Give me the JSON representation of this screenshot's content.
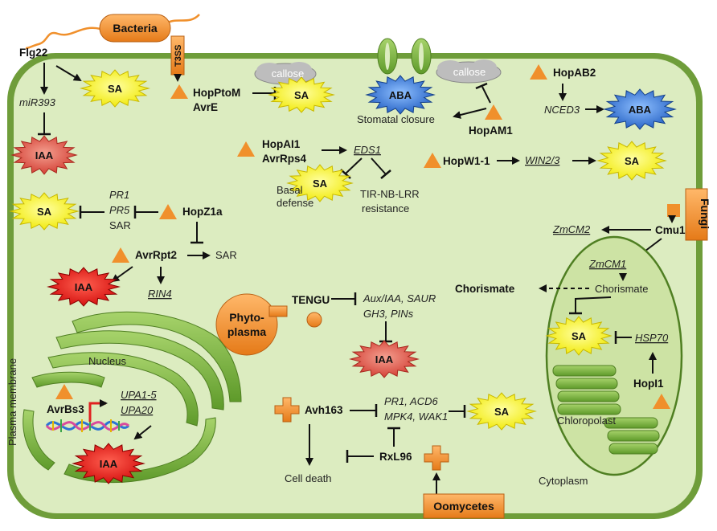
{
  "pathogens": {
    "bacteria": "Bacteria",
    "fungi": "Fungi",
    "oomycetes": "Oomycetes",
    "phytoplasma_line1": "Phyto-",
    "phytoplasma_line2": "plasma",
    "t3ss": "T3SS"
  },
  "compartments": {
    "plasma_membrane": "Plasma membrane",
    "nucleus": "Nucleus",
    "chloroplast": "Chloropolast",
    "cytoplasm": "Cytoplasm"
  },
  "effectors": {
    "flg22": "Flg22",
    "hoppto_m": "HopPtoM",
    "avr_e": "AvrE",
    "hop_ab2": "HopAB2",
    "hop_am1": "HopAM1",
    "hop_ai1": "HopAI1",
    "avr_rps4": "AvrRps4",
    "hop_w1_1": "HopW1-1",
    "hop_z1a": "HopZ1a",
    "avr_rpt2": "AvrRpt2",
    "cmu1": "Cmu1",
    "tengu": "TENGU",
    "avr_bs3": "AvrBs3",
    "hop_i1": "HopI1",
    "avh163": "Avh163",
    "rxl96": "RxL96"
  },
  "hormones": {
    "sa": "SA",
    "iaa": "IAA",
    "aba": "ABA"
  },
  "callose": "callose",
  "genes": {
    "mir393": "miR393",
    "nced3": "NCED3",
    "eds1": "EDS1",
    "win2_3": "WIN2/3",
    "pr1": "PR1",
    "pr5": "PR5",
    "rin4": "RIN4",
    "zmcm2": "ZmCM2",
    "zmcm1": "ZmCM1",
    "hsp70": "HSP70",
    "aux_saur": "Aux/IAA, SAUR",
    "gh3_pins": "GH3, PINs",
    "upa1_5": "UPA1-5",
    "upa20": "UPA20",
    "pr1_acd6": "PR1, ACD6",
    "mpk4_wak1": "MPK4, WAK1"
  },
  "responses": {
    "stomatal_closure": "Stomatal closure",
    "basal": "Basal",
    "defense": "defense",
    "tir_nb_lrr": "TIR-NB-LRR",
    "resistance": "resistance",
    "sar": "SAR",
    "chorismate": "Chorismate",
    "cell_death": "Cell death"
  },
  "colors": {
    "cell_fill": "#dcecc0",
    "cell_stroke": "#6f9d3a",
    "sa_fill": "#f6f021",
    "iaa_fill": "#d9453a",
    "aba_fill": "#2d6fd0",
    "effector_orange": "#f0902c",
    "callose_gray": "#b9b9b9"
  }
}
